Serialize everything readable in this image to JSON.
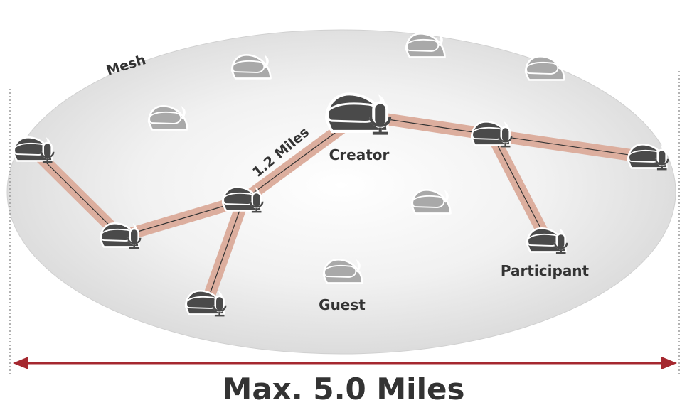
{
  "diagram": {
    "mesh_label": "Mesh",
    "distance_label": "1.2 Miles",
    "range_caption": "Max. 5.0 Miles",
    "roles": {
      "creator": "Creator",
      "participant": "Participant",
      "guest": "Guest"
    }
  },
  "colors": {
    "active_helmet": "#4a4a4a",
    "guest_helmet": "#a9a9a9",
    "link_halo": "#dcae9e",
    "link_line": "#333333",
    "range_arrow": "#a5282f",
    "mesh_fill": "#e6e6e6"
  },
  "icons": {
    "active": "helmet-with-mic-icon",
    "guest": "helmet-icon",
    "range": "double-arrow-icon"
  }
}
